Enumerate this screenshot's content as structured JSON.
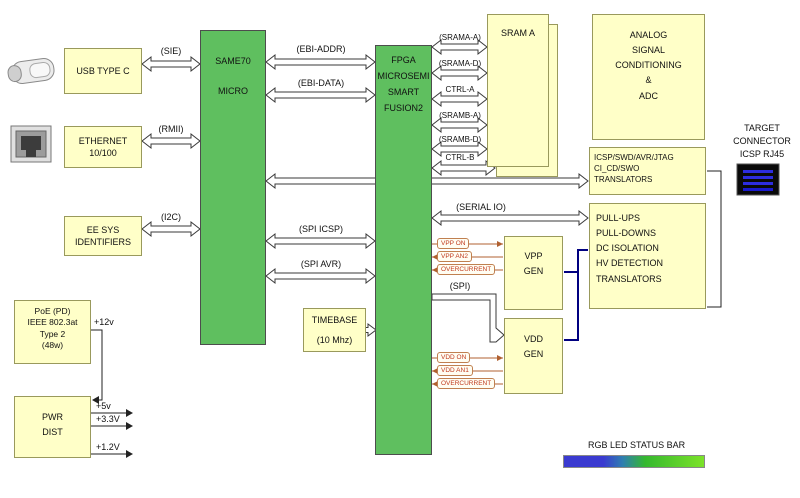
{
  "blocks": {
    "usb_type_c": "USB TYPE C",
    "ethernet": [
      "ETHERNET",
      "10/100"
    ],
    "ee_sys": [
      "EE SYS",
      "IDENTIFIERS"
    ],
    "same70": [
      "SAME70",
      "MICRO"
    ],
    "fpga": [
      "FPGA",
      "MICROSEMI",
      "SMART",
      "FUSION2"
    ],
    "timebase": [
      "TIMEBASE",
      "(10 Mhz)"
    ],
    "sram_a": "SRAM A",
    "analog_adc": [
      "ANALOG",
      "SIGNAL",
      "CONDITIONING",
      "&",
      "ADC"
    ],
    "icsp_translators": [
      "ICSP/SWD/AVR/JTAG",
      "CI_CD/SWO",
      "TRANSLATORS"
    ],
    "pull_translators": [
      "PULL-UPS",
      "PULL-DOWNS",
      "DC ISOLATION",
      "HV DETECTION",
      "TRANSLATORS"
    ],
    "vpp_gen": [
      "VPP",
      "GEN"
    ],
    "vdd_gen": [
      "VDD",
      "GEN"
    ],
    "poe": [
      "PoE (PD)",
      "IEEE 802.3at",
      "Type 2",
      "(48w)"
    ],
    "pwr_dist": [
      "PWR",
      "DIST"
    ]
  },
  "buses": {
    "sie": "(SIE)",
    "rmii": "(RMII)",
    "i2c": "(I2C)",
    "ebi_addr": "(EBI-ADDR)",
    "ebi_data": "(EBI-DATA)",
    "spi_icsp": "(SPI ICSP)",
    "spi_avr": "(SPI AVR)",
    "srama_a": "(SRAMA-A)",
    "srama_d": "(SRAMA-D)",
    "ctrl_a": "CTRL-A",
    "sramb_a": "(SRAMB-A)",
    "sramb_d": "(SRAMB-D)",
    "ctrl_b": "CTRL-B",
    "serial_io": "(SERIAL IO)",
    "spi": "(SPI)"
  },
  "signals": {
    "vpp_on": "VPP ON",
    "vpp_an2": "VPP AN2",
    "vpp_overcurrent": "OVERCURRENT",
    "vdd_on": "VDD ON",
    "vdd_an1": "VDD AN1",
    "vdd_overcurrent": "OVERCURRENT"
  },
  "power": {
    "v12": "+12v",
    "v5": "+5v",
    "v3_3": "+3.3V",
    "v1_2": "+1.2V"
  },
  "target_connector": [
    "TARGET",
    "CONNECTOR",
    "ICSP RJ45"
  ],
  "rgb_led": "RGB LED STATUS BAR",
  "colors": {
    "mcu_green": "#5fbf5f",
    "block_yellow": "#ffffc8",
    "signal_accent": "#b06030",
    "hv_rail_navy": "#000080",
    "led_blue": "#3a3ad0",
    "led_green": "#7ce32a"
  }
}
